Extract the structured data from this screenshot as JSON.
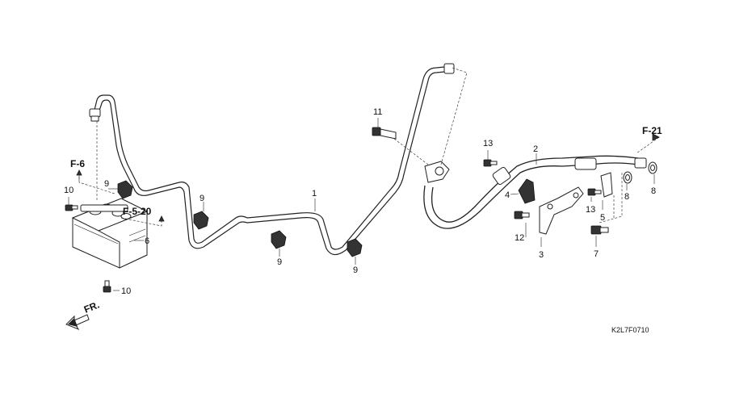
{
  "callouts": {
    "p1": "1",
    "p2": "2",
    "p3": "3",
    "p4": "4",
    "p5": "5",
    "p6": "6",
    "p7": "7",
    "p8a": "8",
    "p8b": "8",
    "p9a": "9",
    "p9b": "9",
    "p9c": "9",
    "p9d": "9",
    "p10a": "10",
    "p10b": "10",
    "p11": "11",
    "p12": "12",
    "p13a": "13",
    "p13b": "13"
  },
  "refs": {
    "f6": "F-6",
    "f520": "F-5-20",
    "f21": "F-21"
  },
  "front_indicator": "FR.",
  "diagram_code": "K2L7F0710"
}
